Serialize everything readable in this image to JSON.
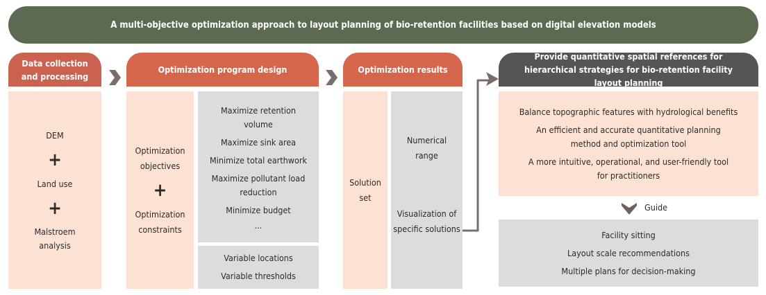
{
  "title": "A multi-objective optimization approach to layout planning of bio-retention facilities based on digital elevation models",
  "col1": {
    "header": "Data collection and processing",
    "items": [
      "DEM",
      "Land use",
      "Malstroem analysis"
    ],
    "plus": "+"
  },
  "col2": {
    "header": "Optimization program design",
    "left": [
      "Optimization objectives",
      "Optimization constraints"
    ],
    "plus": "+",
    "objectives": [
      "Maximize retention volume",
      "Maximize sink area",
      "Minimize total earthwork",
      "Maximize pollutant load reduction",
      "Minimize budget",
      "..."
    ],
    "constraints": [
      "Variable locations",
      "Variable thresholds"
    ]
  },
  "col3": {
    "header": "Optimization results",
    "left": "Solution set",
    "right": [
      "Numerical range",
      "Visualization of specific solutions"
    ]
  },
  "col4": {
    "header": "Provide quantitative spatial references for hierarchical strategies for bio-retention facility layout planning",
    "benefits": [
      "Balance topographic features with hydrological benefits",
      "An efficient and accurate quantitative planning method and optimization tool",
      "A more intuitive, operational, and user-friendly tool for practitioners"
    ],
    "guide": "Guide",
    "outcomes": [
      "Facility sitting",
      "Layout scale recommendations",
      "Multiple plans for decision-making"
    ]
  },
  "colors": {
    "banner": "#5b6a50",
    "header": "#d6664b",
    "dark_header": "#555557",
    "peach": "#fce2d3",
    "gray": "#dcdcde",
    "arrow": "#7a6e68"
  }
}
